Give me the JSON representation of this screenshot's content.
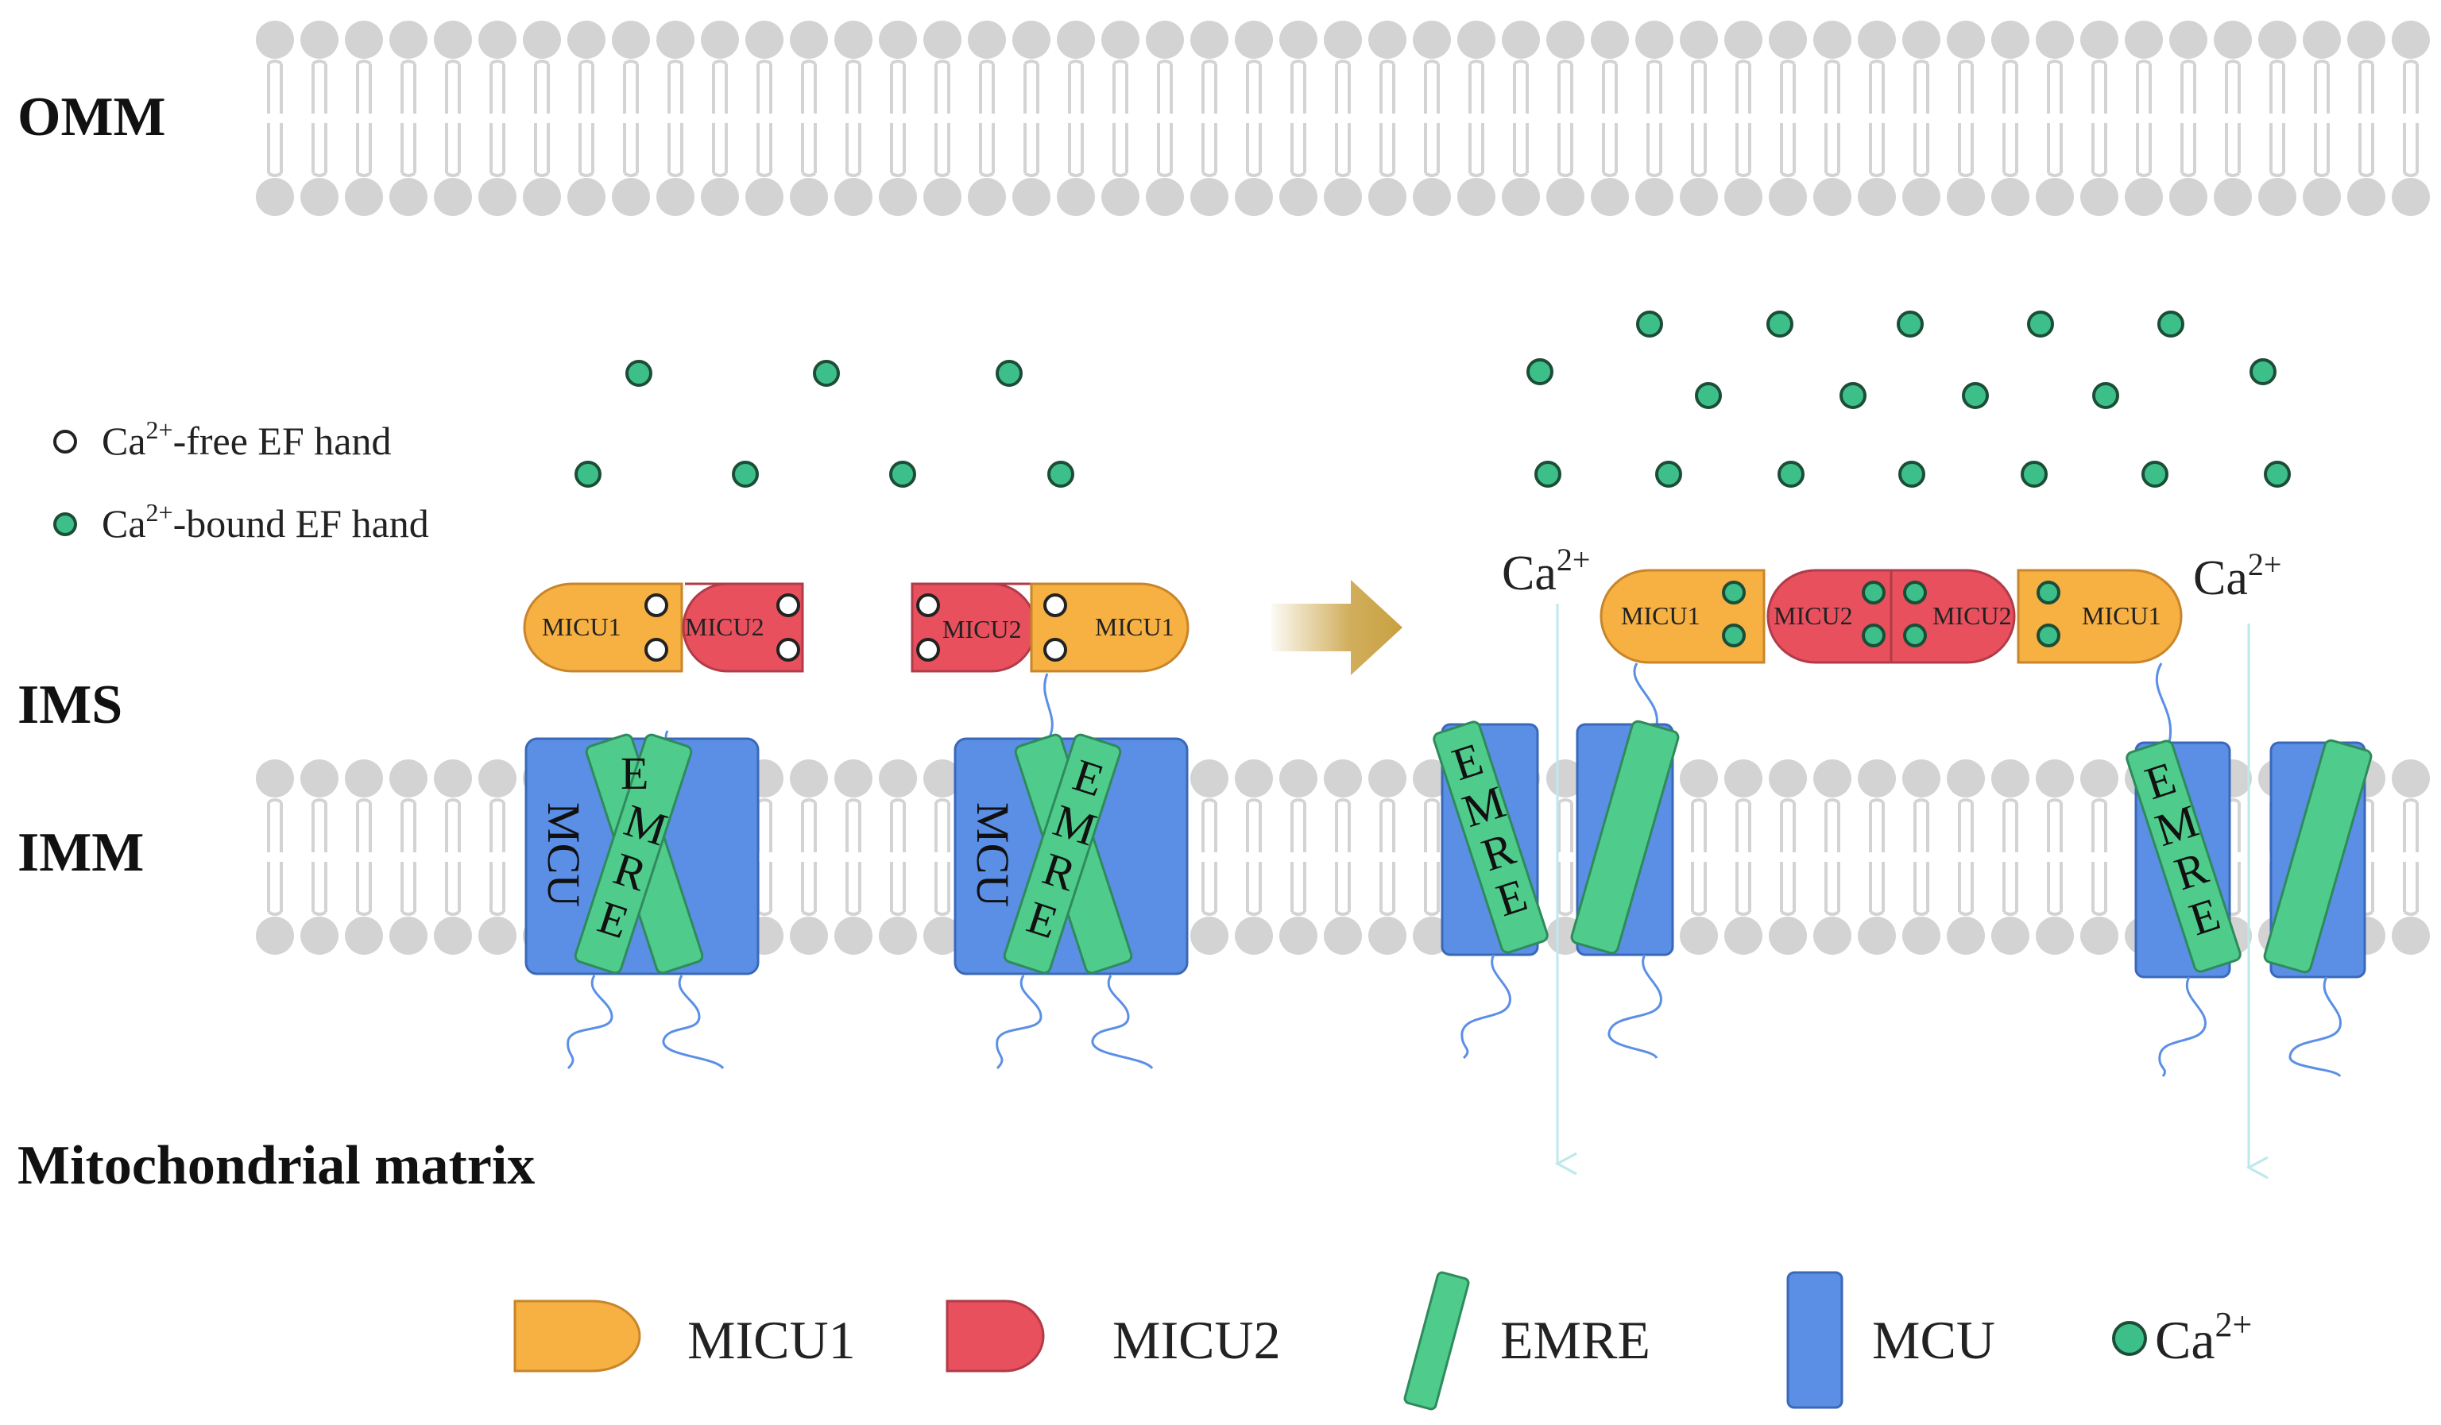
{
  "regions": {
    "omm": "OMM",
    "ims": "IMS",
    "imm": "IMM",
    "matrix": "Mitochondrial matrix"
  },
  "ef_legend": {
    "free_prefix": "Ca",
    "free_sup": "2+",
    "free_suffix": "-free EF hand",
    "bound_prefix": "Ca",
    "bound_sup": "2+",
    "bound_suffix": "-bound EF hand"
  },
  "proteins": {
    "micu1": "MICU1",
    "micu2": "MICU2",
    "mcu": "MCU",
    "emre_letters": [
      "E",
      "M",
      "R",
      "E"
    ]
  },
  "ca_flux": {
    "base": "Ca",
    "sup": "2+"
  },
  "legend": {
    "micu1": "MICU1",
    "micu2": "MICU2",
    "emre": "EMRE",
    "mcu": "MCU",
    "ca_base": "Ca",
    "ca_sup": "2+"
  },
  "colors": {
    "micu1": "#F6B142",
    "micu2": "#E8505E",
    "emre": "#4FCC8C",
    "mcu": "#5B8FE6",
    "calcium": "#3DBF8A",
    "membrane": "#D3D3D3",
    "arrow": "#C9A040",
    "flux_line": "#BDE8EC"
  }
}
